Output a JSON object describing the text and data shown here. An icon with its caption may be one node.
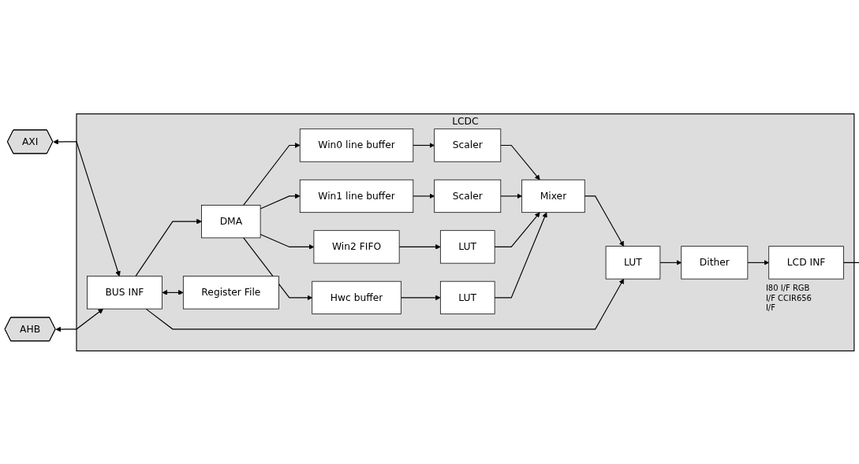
{
  "diagram": {
    "nodes": [
      {
        "text": [
          "LCDC"
        ]
      },
      {
        "text": [
          "AXI"
        ]
      },
      {
        "text": [
          "AHB"
        ]
      },
      {
        "text": [
          "BUS INF"
        ],
        "in": 0
      },
      {
        "text": [
          "DMA"
        ],
        "in": 0
      },
      {
        "text": [
          "Win0 line buffer"
        ],
        "in": 0
      },
      {
        "text": [
          "Scaler"
        ],
        "in": 0
      },
      {
        "text": [
          "Win1 line buffer"
        ],
        "in": 0
      },
      {
        "text": [
          "Scaler"
        ],
        "in": 0
      },
      {
        "text": [
          "Win2 FIFO"
        ],
        "in": 0
      },
      {
        "text": [
          "LUT"
        ],
        "in": 0
      },
      {
        "text": [
          "Hwc buffer"
        ],
        "in": 0
      },
      {
        "text": [
          "LUT"
        ],
        "in": 0
      },
      {
        "text": [
          "Mixer"
        ],
        "in": 0
      },
      {
        "text": [
          "LUT"
        ],
        "in": 0
      },
      {
        "text": [
          "Dither"
        ],
        "in": 0
      },
      {
        "text": [
          "LCD INF"
        ],
        "in": 0,
        "beside": [
          "I80 I/F RGB I/F CCIR656 I/F"
        ]
      },
      {
        "text": [
          "Register File"
        ],
        "in": 0
      }
    ],
    "edges": [
      {
        "from": 1,
        "to": 3,
        "arrow": "both"
      },
      {
        "from": 2,
        "to": 3,
        "arrow": "both"
      },
      {
        "from": 3,
        "to": 4,
        "arrow": "to"
      },
      {
        "from": 4,
        "to": 5,
        "arrow": "to"
      },
      {
        "from": 4,
        "to": 7,
        "arrow": "to"
      },
      {
        "from": 4,
        "to": 9,
        "arrow": "to"
      },
      {
        "from": 4,
        "to": 11,
        "arrow": "to"
      },
      {
        "from": 5,
        "to": 6,
        "arrow": "to"
      },
      {
        "from": 7,
        "to": 8,
        "arrow": "to"
      },
      {
        "from": 9,
        "to": 10,
        "arrow": "to"
      },
      {
        "from": 11,
        "to": 12,
        "arrow": "to"
      },
      {
        "from": 6,
        "to": 13,
        "arrow": "to"
      },
      {
        "from": 8,
        "to": 13,
        "arrow": "to"
      },
      {
        "from": 10,
        "to": 13,
        "arrow": "to"
      },
      {
        "from": 12,
        "to": 13,
        "arrow": "to"
      },
      {
        "from": 13,
        "to": 14,
        "arrow": "to"
      },
      {
        "from": 3,
        "to": 14,
        "arrow": "to"
      },
      {
        "from": 14,
        "to": 15,
        "arrow": "to"
      },
      {
        "from": 15,
        "to": 16,
        "arrow": "to"
      },
      {
        "from": 16,
        "to": null,
        "arrow": "to"
      },
      {
        "from": 3,
        "to": 17,
        "arrow": "both"
      }
    ]
  }
}
